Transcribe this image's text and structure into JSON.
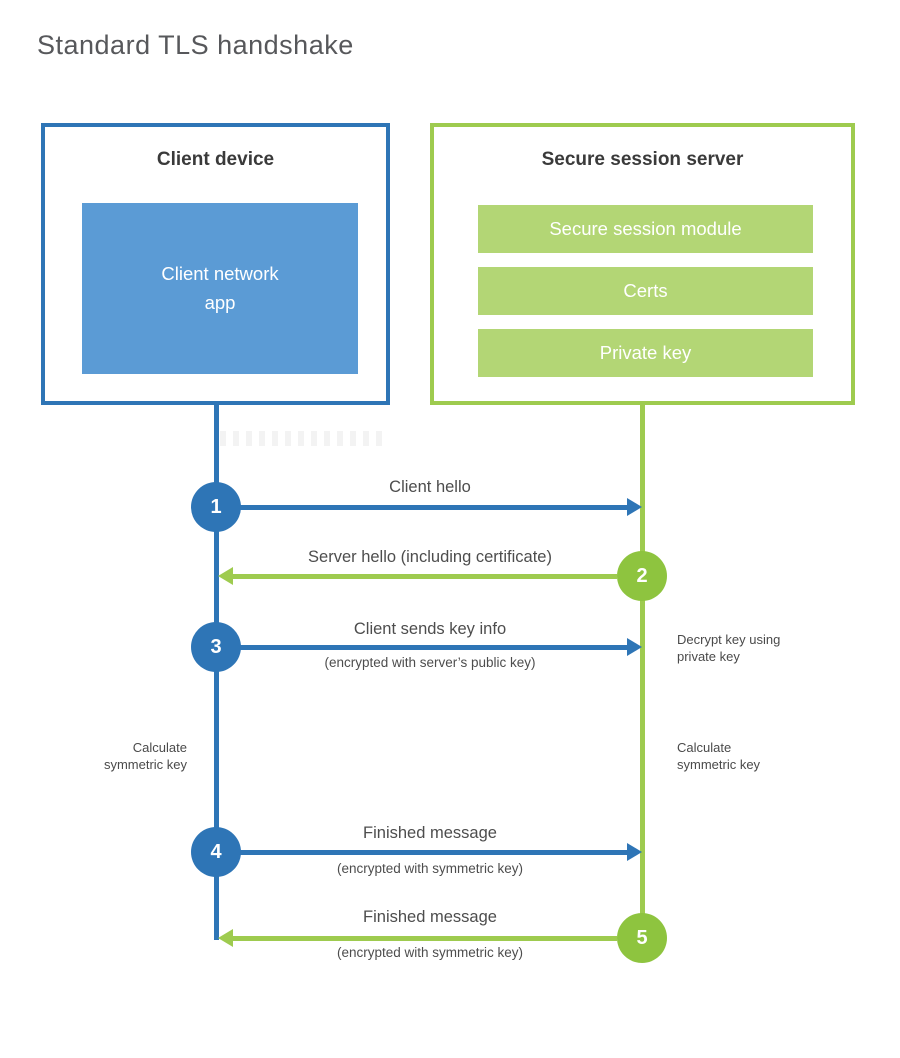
{
  "title": "Standard TLS handshake",
  "colors": {
    "blue": "#2e75b6",
    "blue_fill": "#5b9bd5",
    "green": "#9ecb4f",
    "green_fill": "#b3d675",
    "green_circle": "#8ec43f",
    "heading_text": "#3a3a3a",
    "label_text": "#4d4d4d",
    "title_text": "#57585b"
  },
  "client": {
    "title": "Client device",
    "app_label": "Client network\napp"
  },
  "server": {
    "title": "Secure session server",
    "modules": [
      "Secure session module",
      "Certs",
      "Private key"
    ]
  },
  "steps": [
    {
      "num": "1",
      "label": "Client hello",
      "sub": "",
      "direction": "right",
      "actor": "client"
    },
    {
      "num": "2",
      "label": "Server hello (including certificate)",
      "sub": "",
      "direction": "left",
      "actor": "server"
    },
    {
      "num": "3",
      "label": "Client sends key info",
      "sub": "(encrypted with server’s public key)",
      "direction": "right",
      "actor": "client"
    },
    {
      "num": "4",
      "label": "Finished message",
      "sub": "(encrypted with symmetric key)",
      "direction": "right",
      "actor": "client"
    },
    {
      "num": "5",
      "label": "Finished message",
      "sub": "(encrypted with symmetric key)",
      "direction": "left",
      "actor": "server"
    }
  ],
  "annotations": {
    "decrypt": "Decrypt key using\nprivate key",
    "calc_left": "Calculate\nsymmetric key",
    "calc_right": "Calculate\nsymmetric key"
  }
}
